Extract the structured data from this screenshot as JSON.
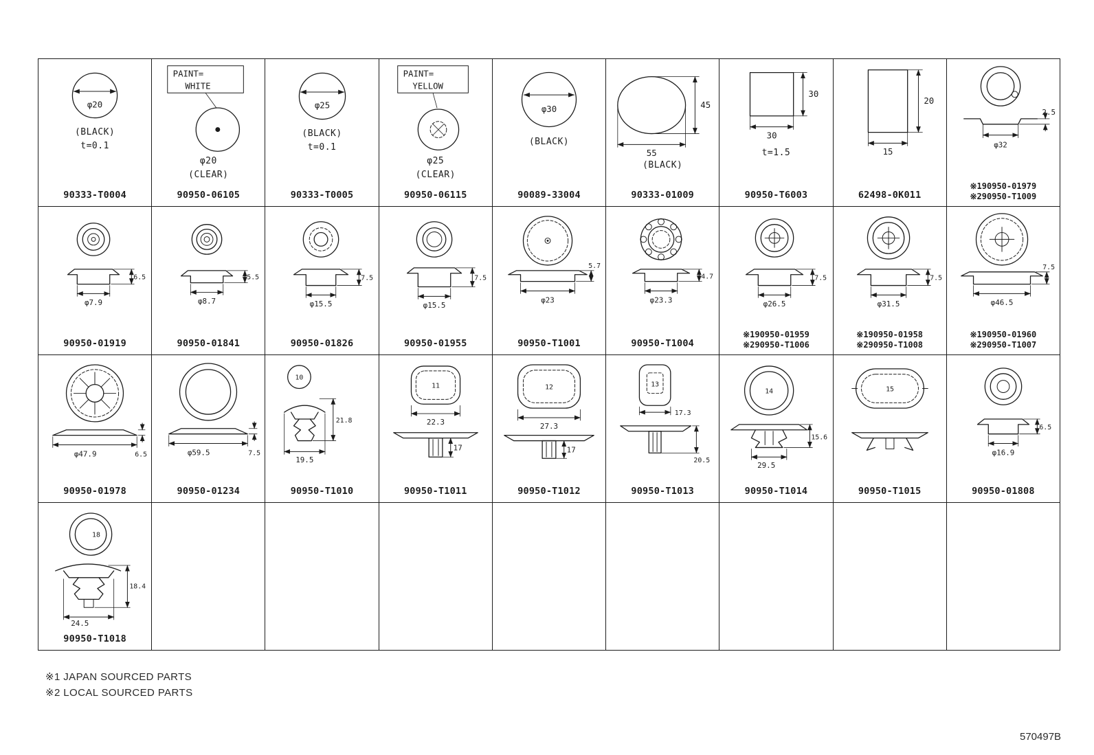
{
  "footer": {
    "note1": "※1 JAPAN SOURCED PARTS",
    "note2": "※2 LOCAL SOURCED PARTS",
    "doc_code": "570497B"
  },
  "table": {
    "r1c1": {
      "part": "90333-T0004",
      "dim_d": "φ20",
      "color": "(BLACK)",
      "thickness": "t=0.1"
    },
    "r1c2": {
      "part": "90950-06105",
      "paint1": "PAINT=",
      "paint2": "WHITE",
      "dim_d": "φ20",
      "finish": "(CLEAR)"
    },
    "r1c3": {
      "part": "90333-T0005",
      "dim_d": "φ25",
      "color": "(BLACK)",
      "thickness": "t=0.1"
    },
    "r1c4": {
      "part": "90950-06115",
      "paint1": "PAINT=",
      "paint2": "YELLOW",
      "dim_d": "φ25",
      "finish": "(CLEAR)"
    },
    "r1c5": {
      "part": "90089-33004",
      "dim_d": "φ30",
      "color": "(BLACK)"
    },
    "r1c6": {
      "part": "90333-01009",
      "dim_w": "55",
      "dim_h": "45",
      "color": "(BLACK)"
    },
    "r1c7": {
      "part": "90950-T6003",
      "dim_w": "30",
      "dim_h": "30",
      "thickness": "t=1.5"
    },
    "r1c8": {
      "part": "62498-0K011",
      "dim_w": "15",
      "dim_h": "20"
    },
    "r1c9": {
      "part1": "※190950-01979",
      "part2": "※290950-T1009",
      "dim_t": "2.5",
      "dim_d": "φ32"
    },
    "r2c1": {
      "part": "90950-01919",
      "dim_h": "6.5",
      "dim_d": "φ7.9"
    },
    "r2c2": {
      "part": "90950-01841",
      "dim_h": "5.5",
      "dim_d": "φ8.7"
    },
    "r2c3": {
      "part": "90950-01826",
      "dim_h": "7.5",
      "dim_d": "φ15.5"
    },
    "r2c4": {
      "part": "90950-01955",
      "dim_h": "7.5",
      "dim_d": "φ15.5"
    },
    "r2c5": {
      "part": "90950-T1001",
      "dim_h": "5.7",
      "dim_d": "φ23"
    },
    "r2c6": {
      "part": "90950-T1004",
      "dim_h": "4.7",
      "dim_d": "φ23.3"
    },
    "r2c7": {
      "part1": "※190950-01959",
      "part2": "※290950-T1006",
      "dim_h": "7.5",
      "dim_d": "φ26.5"
    },
    "r2c8": {
      "part1": "※190950-01958",
      "part2": "※290950-T1008",
      "dim_h": "7.5",
      "dim_d": "φ31.5"
    },
    "r2c9": {
      "part1": "※190950-01960",
      "part2": "※290950-T1007",
      "dim_h": "7.5",
      "dim_d": "φ46.5"
    },
    "r3c1": {
      "part": "90950-01978",
      "dim_d": "φ47.9",
      "dim_h": "6.5"
    },
    "r3c2": {
      "part": "90950-01234",
      "dim_d": "φ59.5",
      "dim_h": "7.5"
    },
    "r3c3": {
      "part": "90950-T1010",
      "mark": "10",
      "dim_h": "21.8",
      "dim_w": "19.5"
    },
    "r3c4": {
      "part": "90950-T1011",
      "mark": "11",
      "dim_w": "22.3",
      "dim_h": "17"
    },
    "r3c5": {
      "part": "90950-T1012",
      "mark": "12",
      "dim_w": "27.3",
      "dim_h": "17"
    },
    "r3c6": {
      "part": "90950-T1013",
      "mark": "13",
      "dim_w": "17.3",
      "dim_h": "20.5"
    },
    "r3c7": {
      "part": "90950-T1014",
      "mark": "14",
      "dim_h": "15.6",
      "dim_w": "29.5"
    },
    "r3c8": {
      "part": "90950-T1015",
      "mark": "15"
    },
    "r3c9": {
      "part": "90950-01808",
      "dim_h": "6.5",
      "dim_d": "φ16.9"
    },
    "r4c1": {
      "part": "90950-T1018",
      "mark": "18",
      "dim_h": "18.4",
      "dim_w": "24.5"
    }
  }
}
